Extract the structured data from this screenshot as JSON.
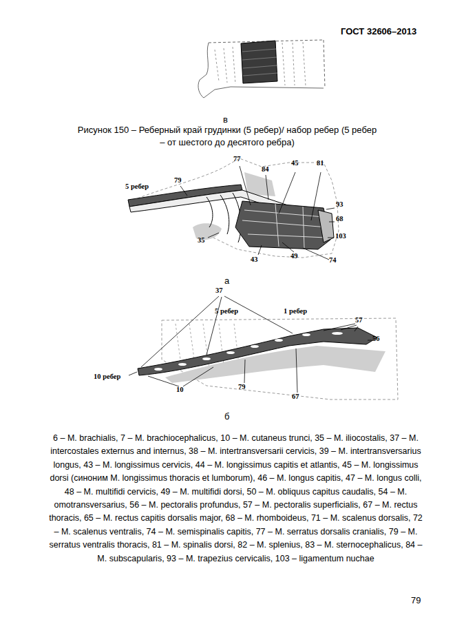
{
  "diagram": {
    "caption": "Рисунок 150 – Реберный край грудинки (5 ребер)/ набор ребер (5 ребер – от шестого до десятого ребра)",
    "labels": [
      "ГОСТ 32606–2013",
      "в",
      "77",
      "84",
      "45",
      "81",
      "5 ребер",
      "79",
      "93",
      "68",
      "103",
      "35",
      "43",
      "49",
      "74",
      "а",
      "37",
      "5 ребер",
      "1 ребер",
      "57",
      "56",
      "10 ребер",
      "10",
      "79",
      "67",
      "б",
      "6 – M. brachialis, 7 – M. brachiocephalicus, 10 – M. cutaneus trunci, 35 – M. iliocostalis, 37 – M. intercostales externus and internus, 38 – M. intertransversarii cervicis, 39 – M. intertransversarius longus, 43 – M. longissimus cervicis, 44 – M. longissimus capitis et atlantis, 45 – M. longissimus dorsi (синоним M. longissimus thoracis et lumborum), 46 – M. longus capitis, 47 – M. longus colli, 48 – M. multifidi cervicis, 49 – M. multifidi dorsi, 50 – M. obliquus capitus caudalis, 54 – M. omotransversarius, 56 – M. pectoralis profundus, 57 – M. pectoralis superficialis, 67 – M. rectus thoracis, 65 – M. rectus capitis dorsalis major, 68 – M. rhomboideus, 71 – M. scalenus dorsalis, 72 – M. scalenus ventralis, 74 – M. semispinalis capitis, 77 – M. serratus dorsalis cranialis, 79 – M. serratus ventralis thoracis, 81 – M. spinalis dorsi, 82 – M. splenius, 83 – M. sternocephalicus, 84 – M. subscapularis, 93 – M. trapezius cervicalis, 103 – ligamentum nuchae",
      "79"
    ]
  }
}
